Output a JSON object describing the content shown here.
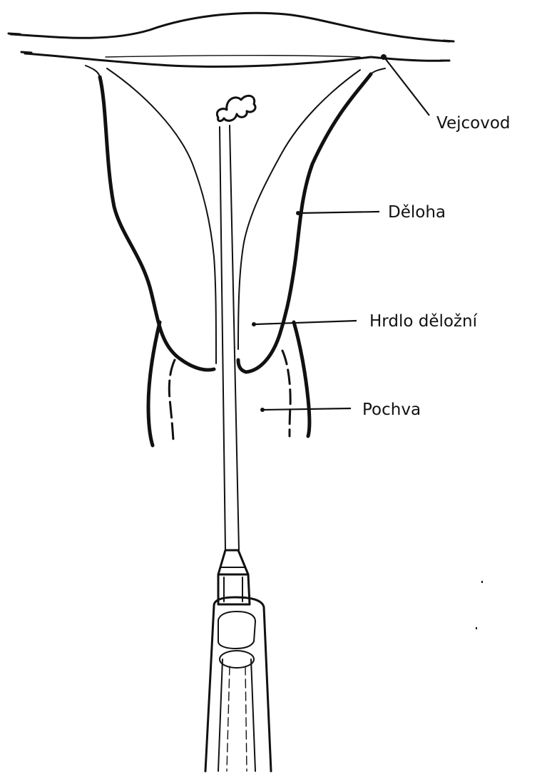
{
  "diagram": {
    "labels": {
      "vejcovod": "Vejcovod",
      "deloha": "Děloha",
      "hrdlo": "Hrdlo děložní",
      "pochva": "Pochva"
    }
  },
  "colors": {
    "ink": "#111111",
    "background": "#ffffff"
  }
}
